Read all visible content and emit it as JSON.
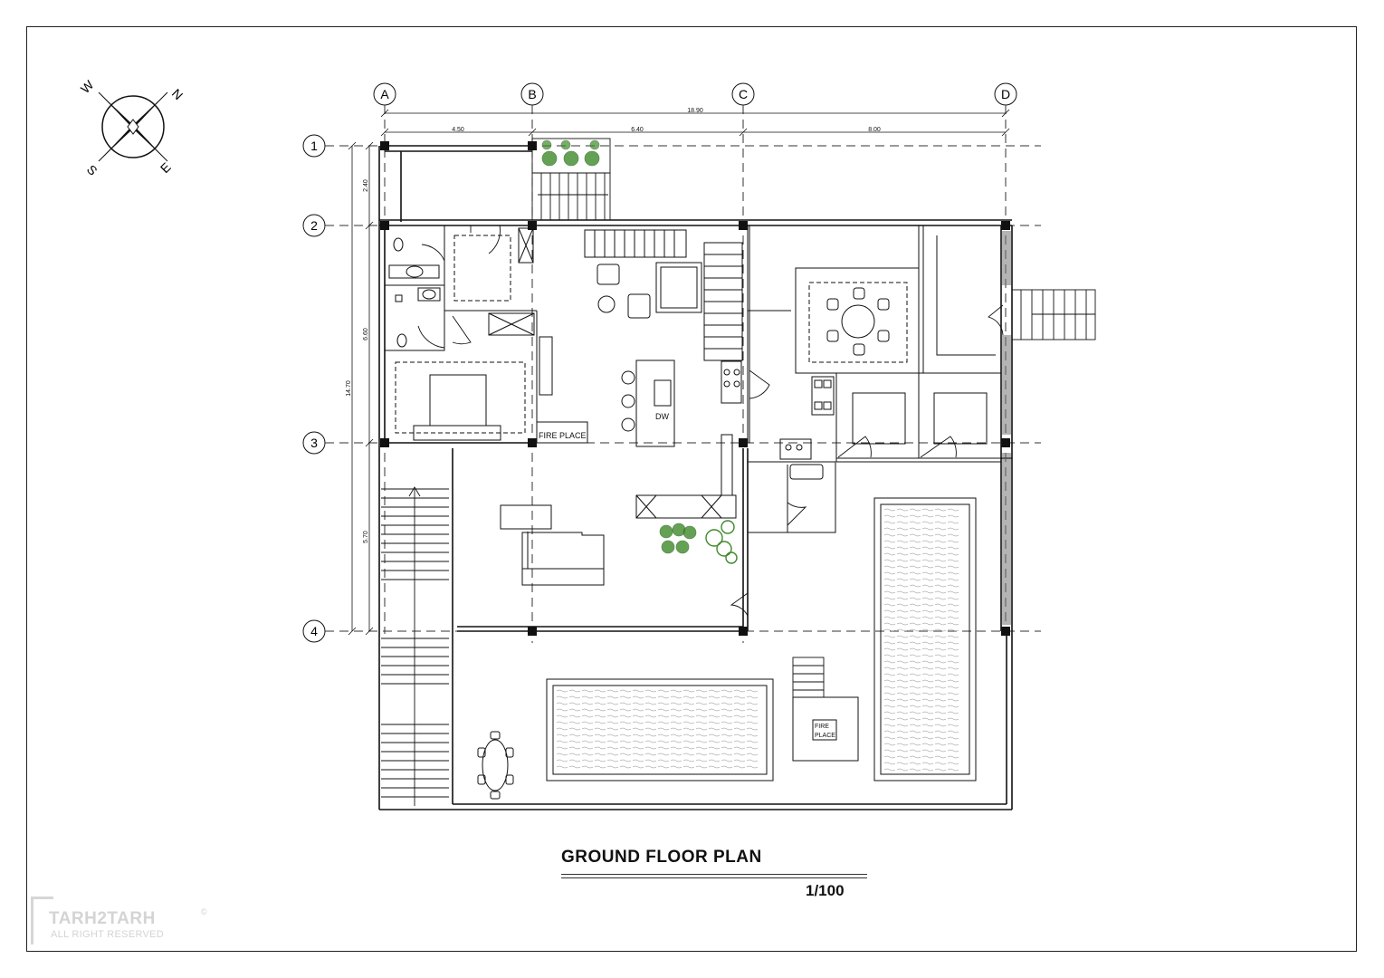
{
  "drawing": {
    "title": "GROUND FLOOR PLAN",
    "scale": "1/100"
  },
  "grid": {
    "columns": [
      "A",
      "B",
      "C",
      "D"
    ],
    "rows": [
      "1",
      "2",
      "3",
      "4"
    ],
    "overall_width": "18.90",
    "column_spacings": [
      "4.50",
      "6.40",
      "8.00"
    ],
    "overall_depth": "14.70",
    "row_spacings": [
      "2.40",
      "6.60",
      "5.70"
    ]
  },
  "compass": {
    "north": "N",
    "south": "S",
    "east": "E",
    "west": "W"
  },
  "labels": {
    "fireplace_living": "FIRE PLACE",
    "dishwasher": "DW",
    "fireplace_garden_line1": "FIRE",
    "fireplace_garden_line2": "PLACE"
  },
  "watermark": {
    "name": "TARH2TARH",
    "sub": "ALL RIGHT RESERVED",
    "copyright": "©"
  },
  "colors": {
    "line": "#111111",
    "grid_line": "#333333",
    "plant": "#3e8a2a",
    "watermark": "#d4d4d4"
  }
}
